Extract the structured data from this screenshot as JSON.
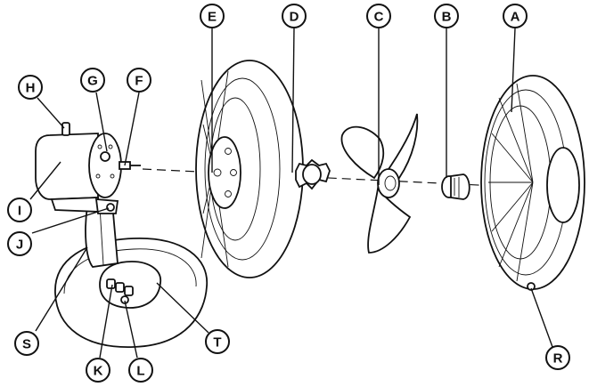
{
  "labels": {
    "A": "A",
    "B": "B",
    "C": "C",
    "D": "D",
    "E": "E",
    "F": "F",
    "G": "G",
    "H": "H",
    "I": "I",
    "J": "J",
    "K": "K",
    "L": "L",
    "R": "R",
    "S": "S",
    "T": "T"
  }
}
